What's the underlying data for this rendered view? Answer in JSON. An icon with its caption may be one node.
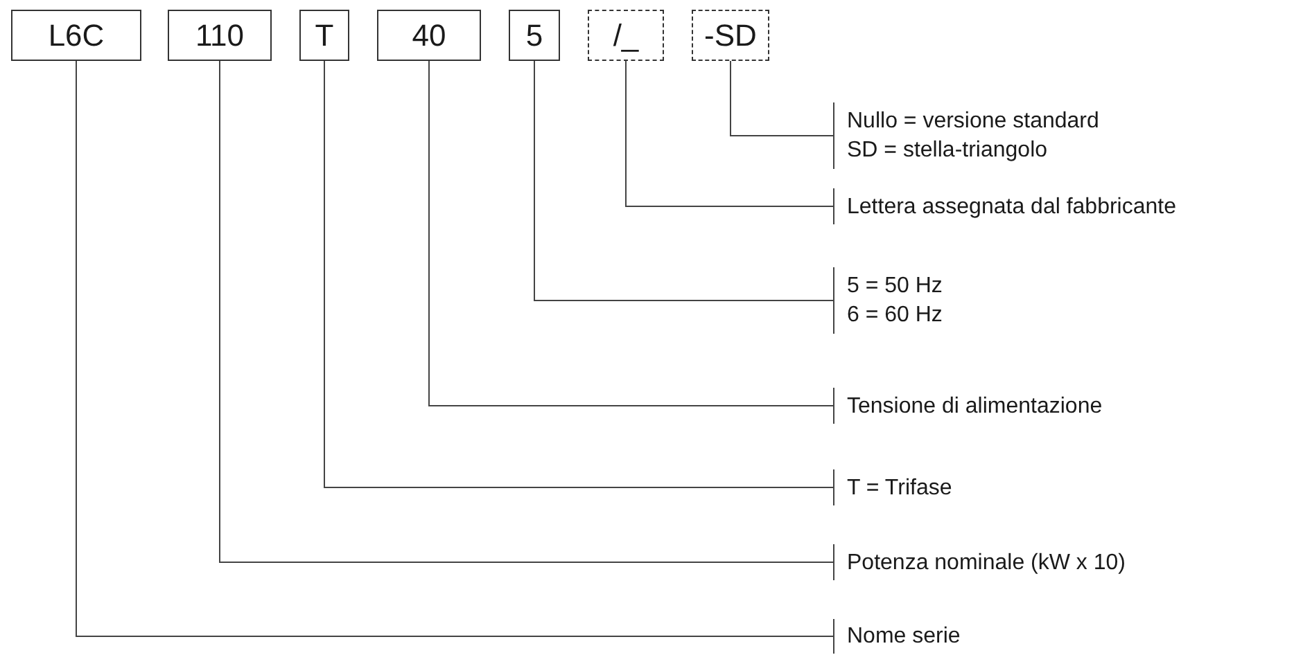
{
  "diagram": {
    "nodes": [
      {
        "text": [
          "L6C"
        ]
      },
      {
        "text": [
          "110"
        ]
      },
      {
        "text": [
          "T"
        ]
      },
      {
        "text": [
          "40"
        ]
      },
      {
        "text": [
          "5"
        ]
      },
      {
        "text": [
          "/_"
        ]
      },
      {
        "text": [
          "-SD"
        ]
      },
      {
        "text": [
          "Nullo = versione standard",
          "SD = stella-triangolo"
        ]
      },
      {
        "text": [
          "Lettera assegnata dal fabbricante"
        ]
      },
      {
        "text": [
          "5 = 50 Hz",
          "6 = 60 Hz"
        ]
      },
      {
        "text": [
          "Tensione di alimentazione"
        ]
      },
      {
        "text": [
          "T = Trifase"
        ]
      },
      {
        "text": [
          "Potenza nominale (kW x 10)"
        ]
      },
      {
        "text": [
          "Nome serie"
        ]
      }
    ],
    "edges": [
      {
        "from": 6,
        "to": 7,
        "arrow": "none"
      },
      {
        "from": 5,
        "to": 8,
        "arrow": "none"
      },
      {
        "from": 4,
        "to": 9,
        "arrow": "none"
      },
      {
        "from": 3,
        "to": 10,
        "arrow": "none"
      },
      {
        "from": 2,
        "to": 11,
        "arrow": "none"
      },
      {
        "from": 1,
        "to": 12,
        "arrow": "none"
      },
      {
        "from": 0,
        "to": 13,
        "arrow": "none"
      }
    ]
  }
}
